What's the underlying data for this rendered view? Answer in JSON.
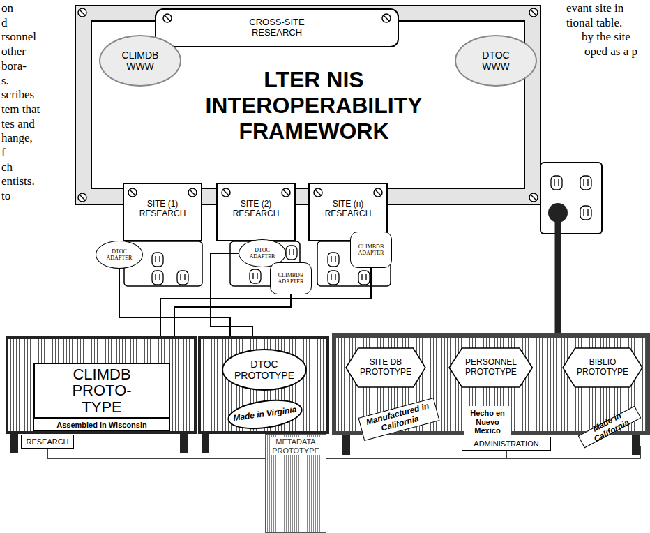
{
  "diagram": {
    "nodes": [
      {
        "text": [
          "LTER NIS INTEROPERABILITY FRAMEWORK"
        ]
      },
      {
        "text": [
          "CROSS-SITE RESEARCH"
        ],
        "in": 0
      },
      {
        "text": [
          "CLIMDB WWW"
        ],
        "in": 0
      },
      {
        "text": [
          "DTOC WWW"
        ],
        "in": 0
      },
      {
        "text": [
          "SITE (1) RESEARCH"
        ]
      },
      {
        "text": [
          "SITE (2) RESEARCH"
        ]
      },
      {
        "text": [
          "SITE (n) RESEARCH"
        ]
      },
      {
        "text": [
          "DTOC ADAPTER"
        ]
      },
      {
        "text": [
          "DTOC ADAPTER"
        ]
      },
      {
        "text": [
          "CLIMBDB ADAPTER"
        ]
      },
      {
        "text": [
          "CLIMBDB ADAPTER"
        ]
      },
      {
        "text": [
          "CLIMDB PROTO- TYPE",
          "Assembled in Wisconsin"
        ]
      },
      {
        "text": [
          "DTOC PROTOTYPE",
          "Made in Virginia"
        ]
      },
      {
        "text": [
          "Manufactured in California",
          "Hecho en Nuevo Mexico",
          "Made in California"
        ]
      },
      {
        "text": [
          "SITE DB PROTOTYPE"
        ],
        "in": 13
      },
      {
        "text": [
          "PERSONNEL PROTOTYPE"
        ],
        "in": 13
      },
      {
        "text": [
          "BIBLIO PROTOTYPE"
        ],
        "in": 13
      },
      {
        "text": [
          "RESEARCH"
        ]
      },
      {
        "text": [
          "METADATA PROTOTYPE"
        ]
      },
      {
        "text": [
          "ADMINISTRATION"
        ]
      }
    ],
    "edges": [
      {
        "from": 7,
        "to": 12,
        "arrow": "none"
      },
      {
        "from": 8,
        "to": 12,
        "arrow": "none"
      },
      {
        "from": 9,
        "to": 11,
        "arrow": "none"
      },
      {
        "from": 10,
        "to": 11,
        "arrow": "none"
      }
    ],
    "labels": [
      "on",
      "d",
      "rsonnel",
      "other",
      "bora-",
      "s.",
      "scribes",
      "tem that",
      "tes and",
      "hange,",
      "f",
      "ch",
      "entists.",
      "to",
      "evant site in",
      "tional table.",
      "by the site",
      "oped as a p"
    ]
  }
}
